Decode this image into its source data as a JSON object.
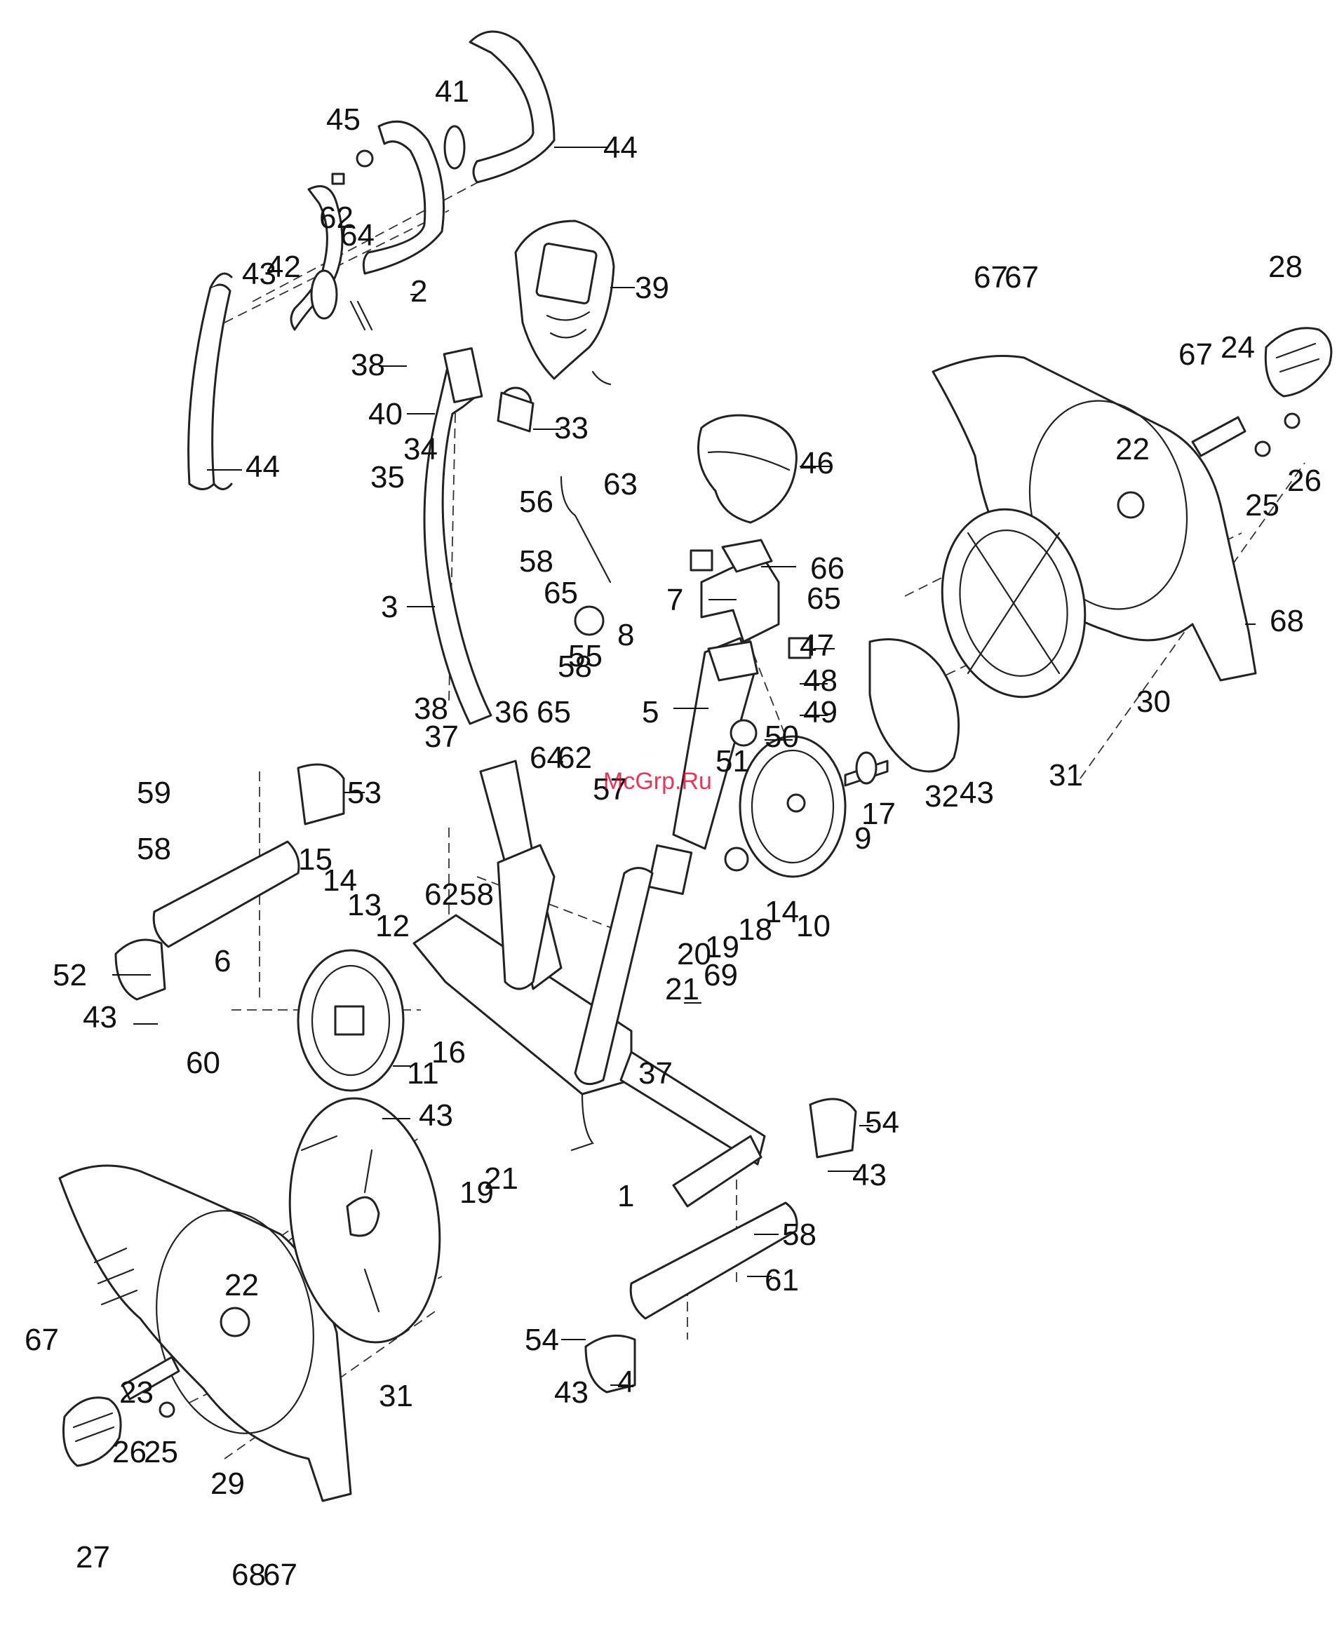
{
  "watermark": "McGrp.Ru",
  "callouts": [
    {
      "text": "41"
    },
    {
      "text": "45"
    },
    {
      "text": "44"
    },
    {
      "text": "62"
    },
    {
      "text": "64"
    },
    {
      "text": "43"
    },
    {
      "text": "42"
    },
    {
      "text": "2"
    },
    {
      "text": "39"
    },
    {
      "text": "38"
    },
    {
      "text": "40"
    },
    {
      "text": "33"
    },
    {
      "text": "34"
    },
    {
      "text": "35"
    },
    {
      "text": "44"
    },
    {
      "text": "3"
    },
    {
      "text": "56"
    },
    {
      "text": "63"
    },
    {
      "text": "58"
    },
    {
      "text": "65"
    },
    {
      "text": "8"
    },
    {
      "text": "55"
    },
    {
      "text": "58"
    },
    {
      "text": "65"
    },
    {
      "text": "46"
    },
    {
      "text": "66"
    },
    {
      "text": "7"
    },
    {
      "text": "65"
    },
    {
      "text": "47"
    },
    {
      "text": "48"
    },
    {
      "text": "5"
    },
    {
      "text": "49"
    },
    {
      "text": "50"
    },
    {
      "text": "51"
    },
    {
      "text": "57"
    },
    {
      "text": "38"
    },
    {
      "text": "36"
    },
    {
      "text": "37"
    },
    {
      "text": "64"
    },
    {
      "text": "62"
    },
    {
      "text": "59"
    },
    {
      "text": "53"
    },
    {
      "text": "58"
    },
    {
      "text": "62"
    },
    {
      "text": "58"
    },
    {
      "text": "15"
    },
    {
      "text": "14"
    },
    {
      "text": "13"
    },
    {
      "text": "12"
    },
    {
      "text": "6"
    },
    {
      "text": "52"
    },
    {
      "text": "43"
    },
    {
      "text": "60"
    },
    {
      "text": "16"
    },
    {
      "text": "11"
    },
    {
      "text": "67"
    },
    {
      "text": "67"
    },
    {
      "text": "28"
    },
    {
      "text": "67"
    },
    {
      "text": "24"
    },
    {
      "text": "22"
    },
    {
      "text": "26"
    },
    {
      "text": "25"
    },
    {
      "text": "68"
    },
    {
      "text": "30"
    },
    {
      "text": "31"
    },
    {
      "text": "43"
    },
    {
      "text": "32"
    },
    {
      "text": "17"
    },
    {
      "text": "9"
    },
    {
      "text": "10"
    },
    {
      "text": "14"
    },
    {
      "text": "18"
    },
    {
      "text": "19"
    },
    {
      "text": "20"
    },
    {
      "text": "21"
    },
    {
      "text": "69"
    },
    {
      "text": "37"
    },
    {
      "text": "43"
    },
    {
      "text": "19"
    },
    {
      "text": "21"
    },
    {
      "text": "1"
    },
    {
      "text": "54"
    },
    {
      "text": "43"
    },
    {
      "text": "58"
    },
    {
      "text": "61"
    },
    {
      "text": "54"
    },
    {
      "text": "43"
    },
    {
      "text": "4"
    },
    {
      "text": "22"
    },
    {
      "text": "67"
    },
    {
      "text": "31"
    },
    {
      "text": "23"
    },
    {
      "text": "25"
    },
    {
      "text": "26"
    },
    {
      "text": "29"
    },
    {
      "text": "27"
    },
    {
      "text": "68"
    },
    {
      "text": "67"
    }
  ]
}
